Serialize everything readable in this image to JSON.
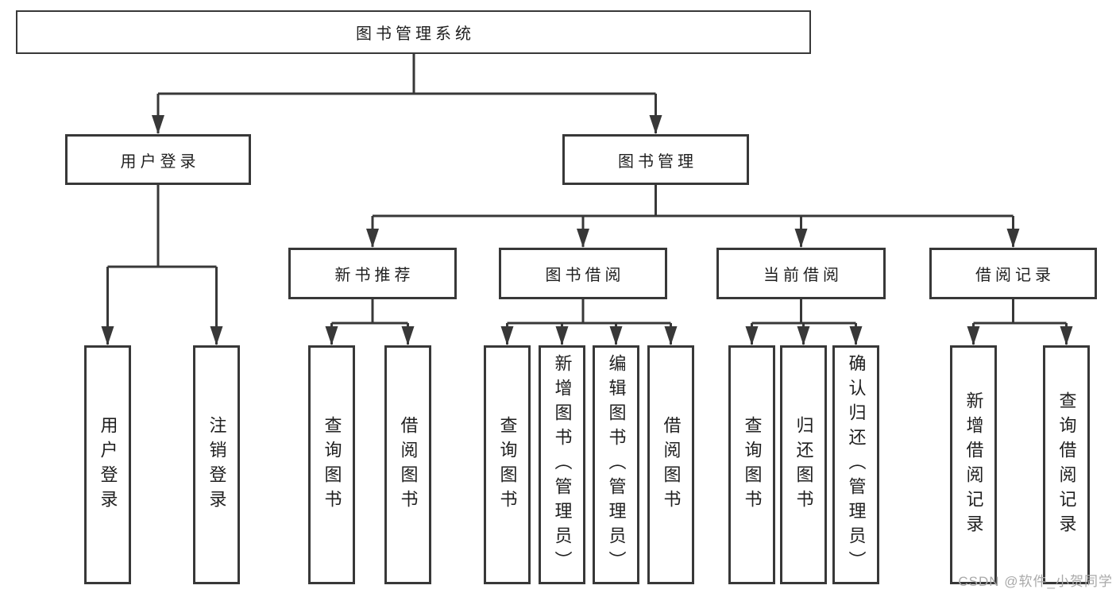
{
  "diagram": {
    "type": "hierarchy-tree",
    "title": "图书管理系统",
    "nodes": {
      "root": {
        "label": "图书管理系统"
      },
      "user_login": {
        "label": "用户登录"
      },
      "book_management": {
        "label": "图书管理"
      },
      "new_book_recommendation": {
        "label": "新书推荐"
      },
      "book_borrowing": {
        "label": "图书借阅"
      },
      "current_borrowing": {
        "label": "当前借阅"
      },
      "borrowing_records": {
        "label": "借阅记录"
      },
      "ul_user_login": {
        "label": "用户登录"
      },
      "ul_logout": {
        "label": "注销登录"
      },
      "nb_query_books": {
        "label": "查询图书"
      },
      "nb_borrow_books": {
        "label": "借阅图书"
      },
      "bb_query_books": {
        "label": "查询图书"
      },
      "bb_add_books": {
        "label": "新增图书（管理员）"
      },
      "bb_edit_books": {
        "label": "编辑图书（管理员）"
      },
      "bb_borrow_books": {
        "label": "借阅图书"
      },
      "cb_query_books": {
        "label": "查询图书"
      },
      "cb_return_books": {
        "label": "归还图书"
      },
      "cb_confirm_return": {
        "label": "确认归还（管理员）"
      },
      "br_add_record": {
        "label": "新增借阅记录"
      },
      "br_query_record": {
        "label": "查询借阅记录"
      }
    },
    "edges": [
      {
        "parent": "图书管理系统",
        "children": [
          "用户登录",
          "图书管理"
        ]
      },
      {
        "parent": "用户登录",
        "children": [
          "用户登录",
          "注销登录"
        ]
      },
      {
        "parent": "图书管理",
        "children": [
          "新书推荐",
          "图书借阅",
          "当前借阅",
          "借阅记录"
        ]
      },
      {
        "parent": "新书推荐",
        "children": [
          "查询图书",
          "借阅图书"
        ]
      },
      {
        "parent": "图书借阅",
        "children": [
          "查询图书",
          "新增图书（管理员）",
          "编辑图书（管理员）",
          "借阅图书"
        ]
      },
      {
        "parent": "当前借阅",
        "children": [
          "查询图书",
          "归还图书",
          "确认归还（管理员）"
        ]
      },
      {
        "parent": "借阅记录",
        "children": [
          "新增借阅记录",
          "查询借阅记录"
        ]
      }
    ]
  },
  "watermark": "CSDN @软件_小贺同学",
  "colors": {
    "line": "#383838",
    "box_border": "#383838",
    "text": "#1f1f1f",
    "watermark": "#a9a9a9",
    "background": "#ffffff"
  }
}
